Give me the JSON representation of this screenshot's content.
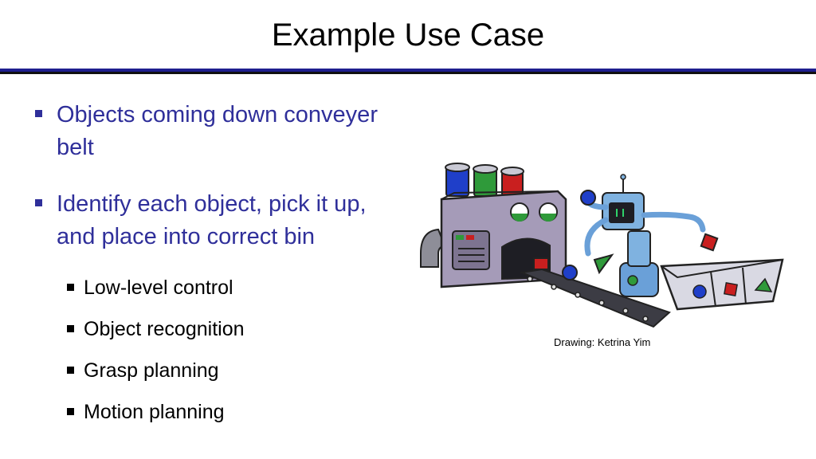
{
  "slide": {
    "title": "Example Use Case",
    "bullets": [
      "Objects coming down conveyer belt",
      "Identify each object, pick it up, and place into correct bin"
    ],
    "sub_bullets": [
      "Low-level control",
      "Object recognition",
      "Grasp planning",
      "Motion planning"
    ],
    "credit": "Drawing: Ketrina Yim"
  },
  "colors": {
    "bullet_text": "#2f2f9a",
    "rule": "#1f1f8f"
  }
}
